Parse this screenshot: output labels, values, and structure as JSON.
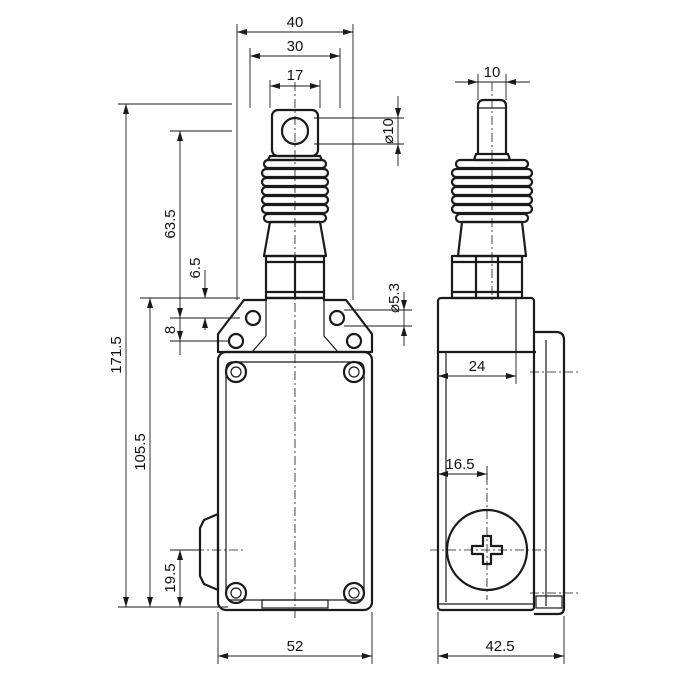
{
  "dimensions": {
    "width_40": "40",
    "width_30": "30",
    "width_17": "17",
    "dia_10": "⌀10",
    "height_63_5": "63.5",
    "height_6_5": "6.5",
    "height_8": "8",
    "dia_5_3": "⌀5.3",
    "height_171_5": "171.5",
    "height_105_5": "105.5",
    "height_19_5": "19.5",
    "width_52": "52",
    "side_10": "10",
    "side_24": "24",
    "side_16_5": "16.5",
    "side_42_5": "42.5"
  }
}
